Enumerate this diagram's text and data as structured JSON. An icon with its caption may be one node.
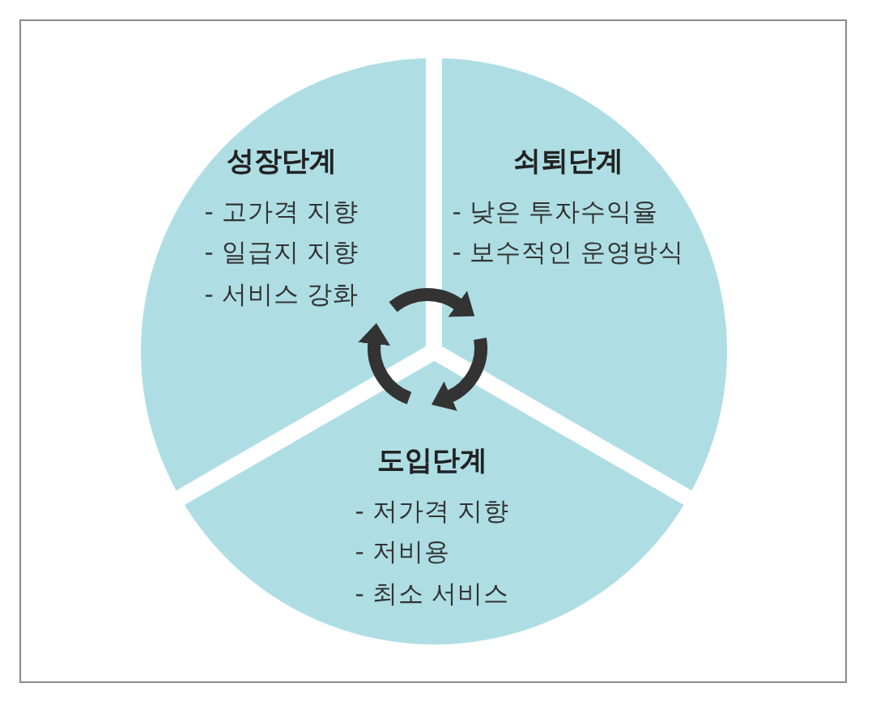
{
  "diagram": {
    "nodes": [
      {
        "text": [
          "성장단계",
          "- 고가격 지향",
          "- 일급지 지향",
          "- 서비스 강화"
        ]
      },
      {
        "text": [
          "쇠퇴단계",
          "- 낮은 투자수익율",
          "- 보수적인 운영방식"
        ]
      },
      {
        "text": [
          "도입단계",
          "- 저가격 지향",
          "- 저비용",
          "- 최소 서비스"
        ]
      }
    ],
    "edges": [
      {
        "from": 0,
        "to": 1,
        "arrow": "to"
      },
      {
        "from": 1,
        "to": 2,
        "arrow": "to"
      },
      {
        "from": 2,
        "to": 0,
        "arrow": "to"
      }
    ]
  }
}
